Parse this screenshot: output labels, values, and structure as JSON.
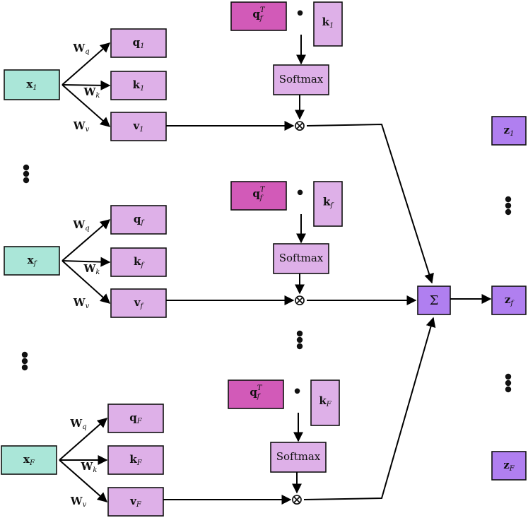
{
  "colors": {
    "input": "#aae6d8",
    "qkv": "#deb0e8",
    "query_t": "#d25ab8",
    "sum": "#b07ff0",
    "output": "#b07ff0",
    "edge": "#000000"
  },
  "rows": [
    {
      "x": {
        "base": "x",
        "sub": "1"
      },
      "q": {
        "base": "q",
        "sub": "1"
      },
      "k": {
        "base": "k",
        "sub": "1"
      },
      "v": {
        "base": "v",
        "sub": "1"
      },
      "qt": {
        "base": "q",
        "sub": "f",
        "sup": "T"
      },
      "kk": {
        "base": "k",
        "sub": "1"
      },
      "softmax": "Softmax",
      "weights": {
        "q": {
          "base": "W",
          "sub": "q"
        },
        "k": {
          "base": "W",
          "sub": "k"
        },
        "v": {
          "base": "W",
          "sub": "v"
        }
      }
    },
    {
      "x": {
        "base": "x",
        "sub": "f"
      },
      "q": {
        "base": "q",
        "sub": "f"
      },
      "k": {
        "base": "k",
        "sub": "f"
      },
      "v": {
        "base": "v",
        "sub": "f"
      },
      "qt": {
        "base": "q",
        "sub": "f",
        "sup": "T"
      },
      "kk": {
        "base": "k",
        "sub": "f"
      },
      "softmax": "Softmax",
      "weights": {
        "q": {
          "base": "W",
          "sub": "q"
        },
        "k": {
          "base": "W",
          "sub": "k"
        },
        "v": {
          "base": "W",
          "sub": "v"
        }
      }
    },
    {
      "x": {
        "base": "x",
        "sub": "F"
      },
      "q": {
        "base": "q",
        "sub": "F"
      },
      "k": {
        "base": "k",
        "sub": "F"
      },
      "v": {
        "base": "v",
        "sub": "F"
      },
      "qt": {
        "base": "q",
        "sub": "f",
        "sup": "T"
      },
      "kk": {
        "base": "k",
        "sub": "F"
      },
      "softmax": "Softmax",
      "weights": {
        "q": {
          "base": "W",
          "sub": "q"
        },
        "k": {
          "base": "W",
          "sub": "k"
        },
        "v": {
          "base": "W",
          "sub": "v"
        }
      }
    }
  ],
  "sum": {
    "symbol": "Σ"
  },
  "outputs": [
    {
      "base": "z",
      "sub": "1"
    },
    {
      "base": "z",
      "sub": "f"
    },
    {
      "base": "z",
      "sub": "F"
    }
  ],
  "dot_product_symbol": "•",
  "multiply_symbol": "⊗"
}
